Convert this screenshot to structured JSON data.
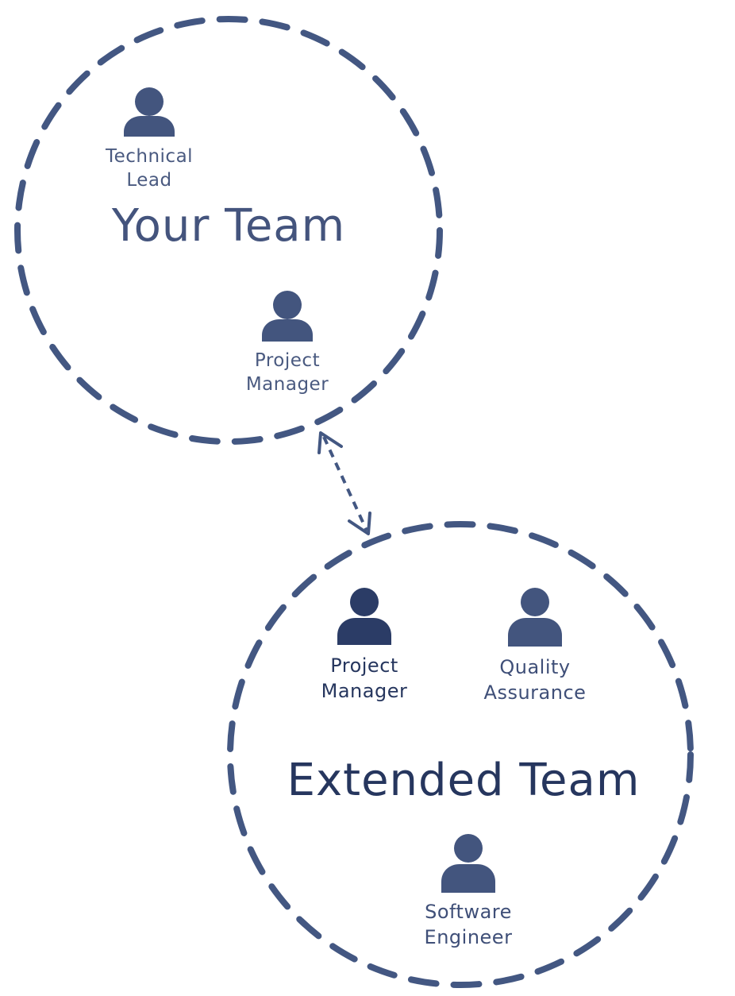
{
  "colors": {
    "stroke": "#435782",
    "icon": "#43557e",
    "icon_dark": "#2b3c66",
    "text": "#4a5a80",
    "text_dark": "#26365e"
  },
  "your_team": {
    "title": "Your Team",
    "members": [
      {
        "label_line1": "Technical",
        "label_line2": "Lead",
        "icon": "person-icon"
      },
      {
        "label_line1": "Project",
        "label_line2": "Manager",
        "icon": "person-icon"
      }
    ]
  },
  "extended_team": {
    "title": "Extended Team",
    "members": [
      {
        "label_line1": "Project",
        "label_line2": "Manager",
        "icon": "person-icon"
      },
      {
        "label_line1": "Quality",
        "label_line2": "Assurance",
        "icon": "person-icon"
      },
      {
        "label_line1": "Software",
        "label_line2": "Engineer",
        "icon": "person-icon"
      }
    ]
  },
  "connector": {
    "style": "dashed",
    "direction": "bidirectional"
  }
}
